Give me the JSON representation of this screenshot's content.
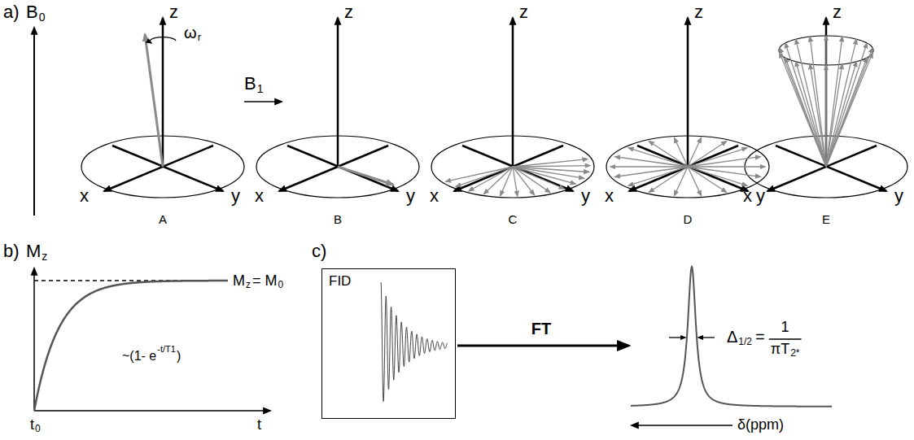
{
  "diagram": {
    "nodes": [
      {
        "text": [
          "FID"
        ]
      }
    ],
    "labels": [
      "a)",
      "B",
      "0",
      "ω",
      "r",
      "B",
      "1",
      "z",
      "x",
      "y",
      "A",
      "z",
      "x",
      "y",
      "B",
      "z",
      "x",
      "y",
      "C",
      "z",
      "x",
      "y",
      "D",
      "z",
      "x",
      "y",
      "E",
      "b)",
      "M",
      "z",
      "M",
      "z",
      "= M",
      "0",
      "~(1- e",
      "-t/T1",
      ")",
      "t",
      "0",
      "t",
      "c)",
      "FT",
      "Δ",
      "1/2",
      "=",
      "1",
      "πT",
      "2*",
      "δ(ppm)"
    ]
  }
}
